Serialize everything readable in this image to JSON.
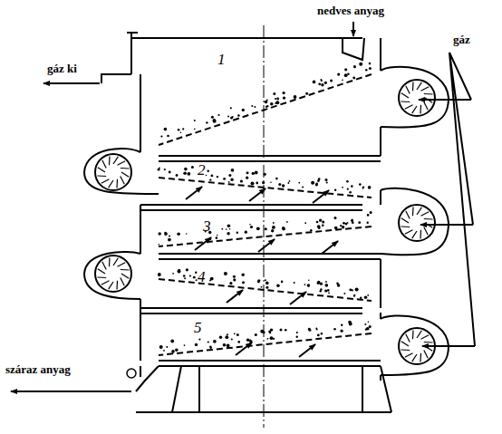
{
  "diagram": {
    "labels": [
      "nedves anyag",
      "gáz ki",
      "gáz",
      "1",
      "2",
      "3",
      "4",
      "5",
      "száraz anyag"
    ]
  }
}
